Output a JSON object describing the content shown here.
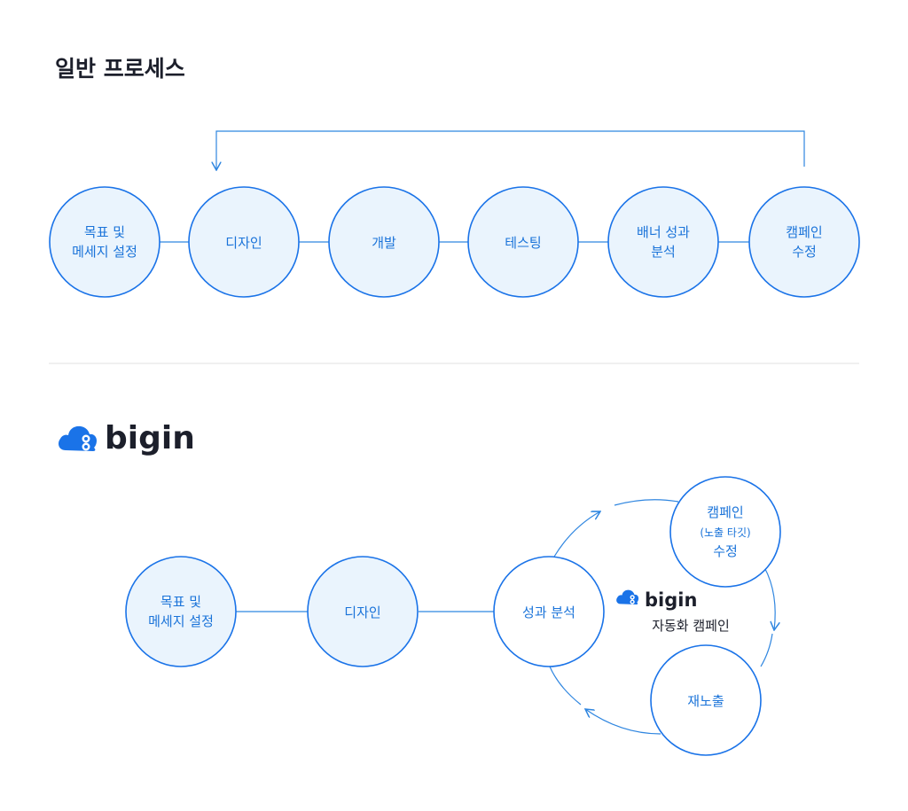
{
  "section1": {
    "title": "일반 프로세스",
    "nodes": [
      {
        "lines": [
          "목표 및",
          "메세지 설정"
        ],
        "filled": true
      },
      {
        "lines": [
          "디자인"
        ],
        "filled": true
      },
      {
        "lines": [
          "개발"
        ],
        "filled": true
      },
      {
        "lines": [
          "테스팅"
        ],
        "filled": true
      },
      {
        "lines": [
          "배너 성과",
          "분석"
        ],
        "filled": true
      },
      {
        "lines": [
          "캠페인",
          "수정"
        ],
        "filled": true
      }
    ]
  },
  "section2": {
    "brand": "bigin",
    "nodes": {
      "goal": {
        "lines": [
          "목표 및",
          "메세지 설정"
        ],
        "filled": true
      },
      "design": {
        "lines": [
          "디자인"
        ],
        "filled": true
      },
      "analysis": {
        "lines": [
          "성과 분석"
        ],
        "filled": false
      },
      "campaign": {
        "line1": "캠페인",
        "line2": "(노출 타깃)",
        "line3": "수정",
        "filled": false
      },
      "reexposure": {
        "lines": [
          "재노출"
        ],
        "filled": false
      }
    },
    "center_brand": "bigin",
    "center_caption": "자동화 캠페인"
  },
  "colors": {
    "accent": "#1a73e8",
    "fill": "#eaf4fd",
    "line": "#2f86e0",
    "divider": "#e6e6e6",
    "text_dark": "#1c1f2b"
  }
}
